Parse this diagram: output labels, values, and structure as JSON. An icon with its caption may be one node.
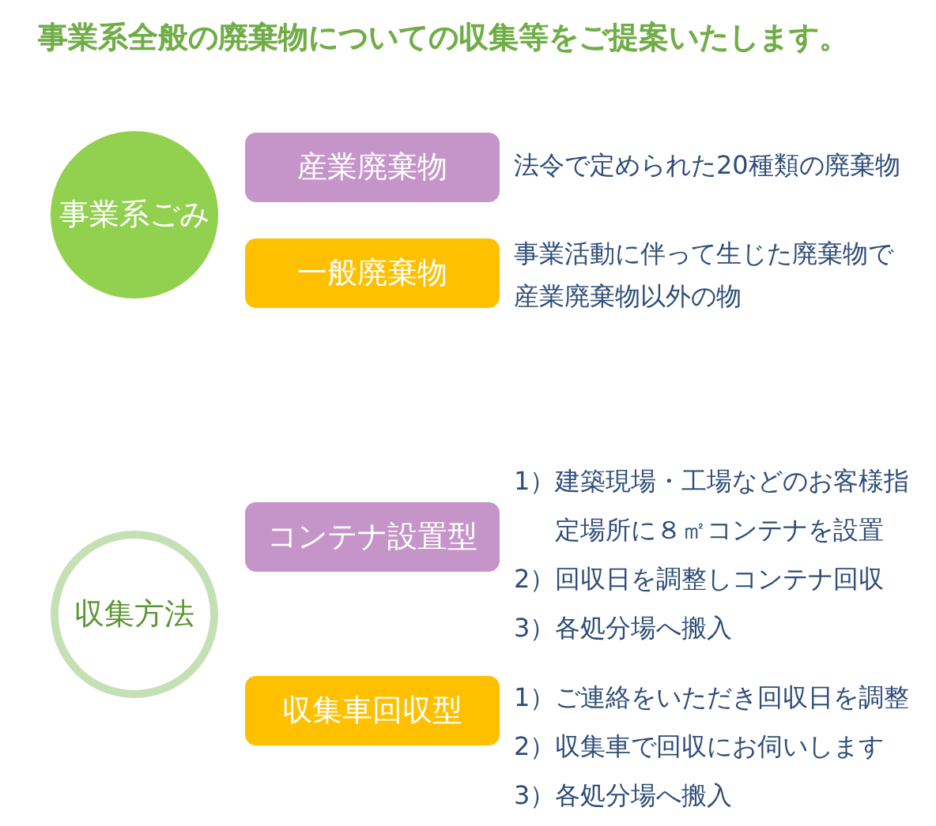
{
  "diagram": {
    "title": "事業系全般の廃棄物についての収集等をご提案いたします。",
    "nodes": [
      {
        "text": [
          "事業系ごみ"
        ]
      },
      {
        "text": [
          "産業廃棄物"
        ],
        "beside": [
          "法令で定められた20種類の廃棄物"
        ]
      },
      {
        "text": [
          "一般廃棄物"
        ],
        "beside": [
          "事業活動に伴って生じた廃棄物で産業廃棄物以外の物"
        ]
      },
      {
        "text": [
          "収集方法"
        ]
      },
      {
        "text": [
          "コンテナ設置型"
        ],
        "beside": [
          "1）建築現場・工場などのお客様指定場所に８㎡コンテナを設置",
          "2）回収日を調整しコンテナ回収",
          "3）各処分場へ搬入"
        ]
      },
      {
        "text": [
          "収集車回収型"
        ],
        "beside": [
          "1）ご連絡をいただき回収日を調整",
          "2）収集車で回収にお伺いします",
          "3）各処分場へ搬入"
        ]
      }
    ]
  }
}
